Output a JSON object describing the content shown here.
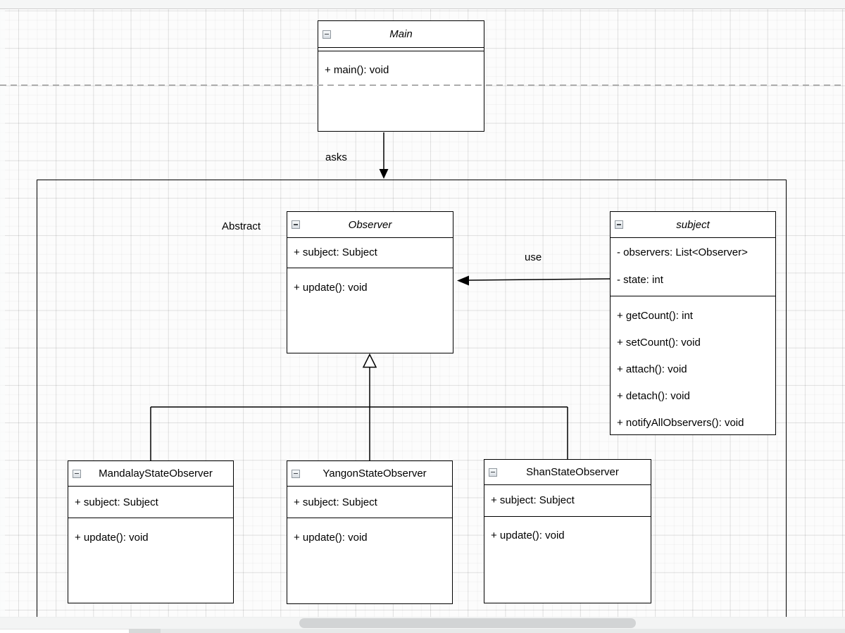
{
  "labels": {
    "asks": "asks",
    "use": "use",
    "abstract": "Abstract"
  },
  "classes": {
    "main": {
      "title": "Main",
      "methods": [
        "+ main(): void"
      ]
    },
    "observer": {
      "title": "Observer",
      "attributes": [
        "+ subject: Subject"
      ],
      "methods": [
        "+ update(): void"
      ]
    },
    "subject": {
      "title": "subject",
      "attributes": [
        "- observers: List<Observer>",
        "- state: int"
      ],
      "methods": [
        "+ getCount(): int",
        "+ setCount(): void",
        "+ attach(): void",
        "+ detach(): void",
        "+ notifyAllObservers(): void"
      ]
    },
    "mandalay": {
      "title": "MandalayStateObserver",
      "attributes": [
        "+ subject: Subject"
      ],
      "methods": [
        "+ update(): void"
      ]
    },
    "yangon": {
      "title": "YangonStateObserver",
      "attributes": [
        "+ subject: Subject"
      ],
      "methods": [
        "+ update(): void"
      ]
    },
    "shan": {
      "title": "ShanStateObserver",
      "attributes": [
        "+ subject: Subject"
      ],
      "methods": [
        "+ update(): void"
      ]
    }
  },
  "icons": {
    "collapse": "minus-square"
  },
  "colors": {
    "stroke": "#000000",
    "shape_fill": "#ffffff",
    "page_break": "#acacac",
    "scrollbar_thumb": "#d2d4d5",
    "scrollbar_track": "#f3f4f4"
  }
}
